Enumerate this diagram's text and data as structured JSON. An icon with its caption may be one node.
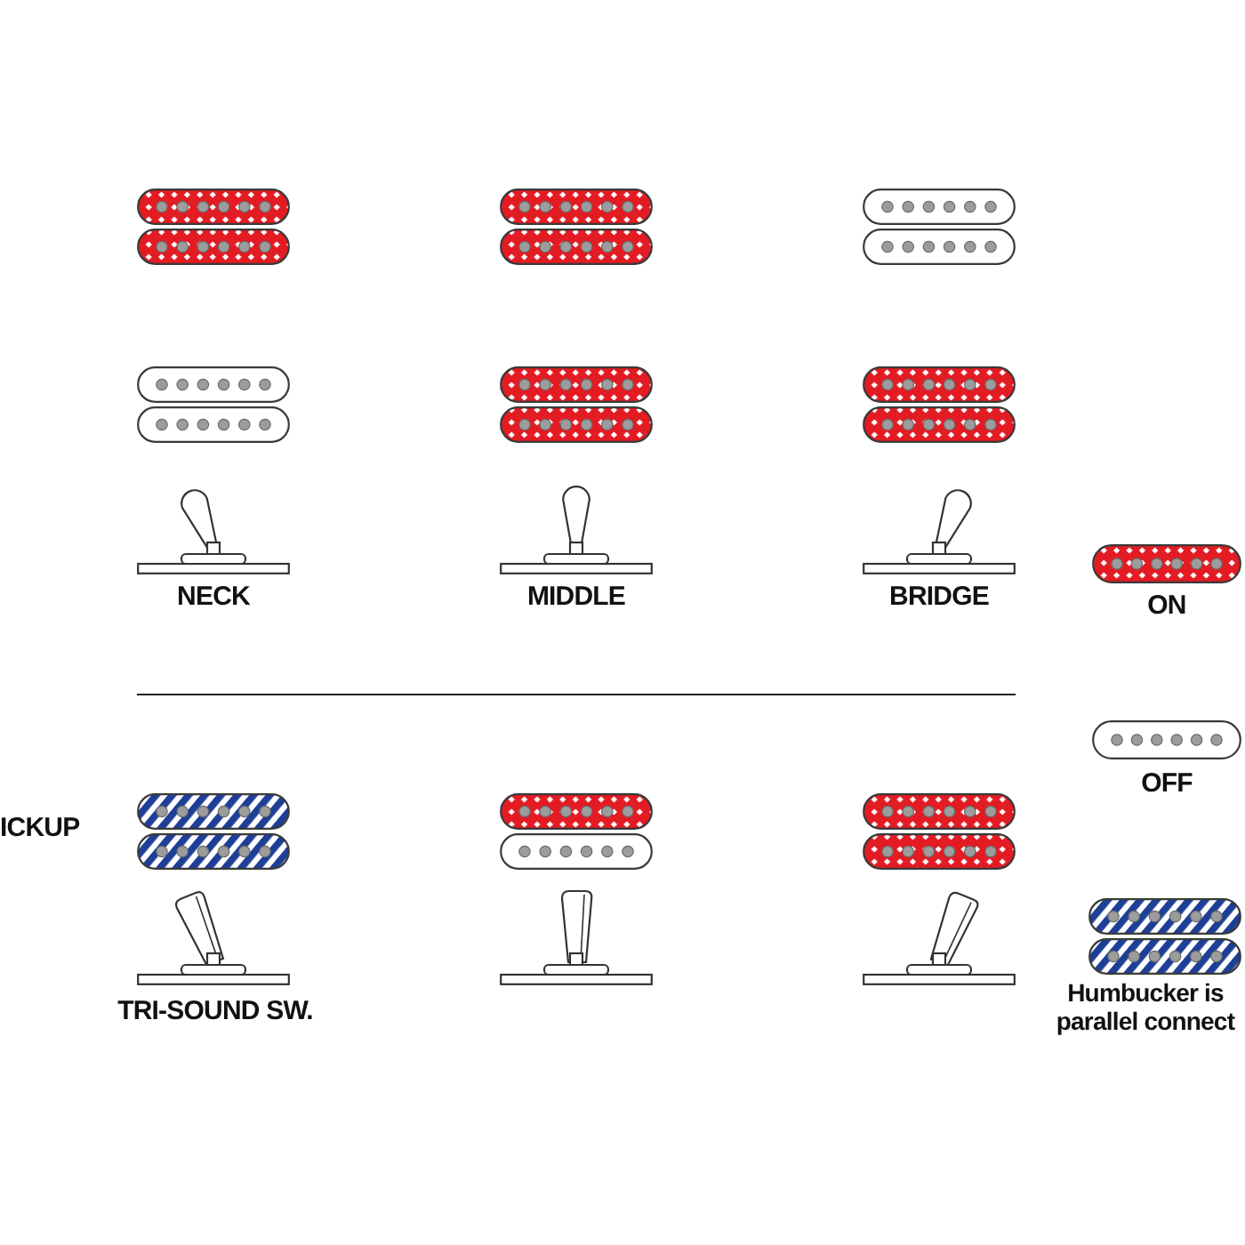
{
  "diagram": {
    "labels": [
      "NECK",
      "MIDDLE",
      "BRIDGE",
      "ICKUP",
      "TRI-SOUND SW."
    ],
    "legend": [
      {
        "text": "ON"
      },
      {
        "text": "OFF"
      },
      {
        "text": "Humbucker is parallel connect"
      }
    ]
  }
}
